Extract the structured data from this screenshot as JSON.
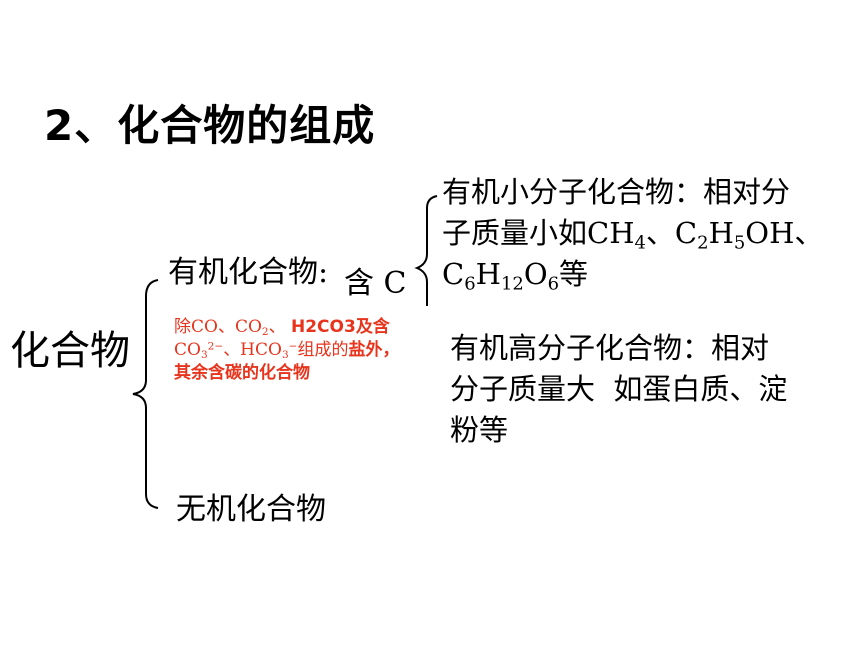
{
  "title": "2、化合物的组成",
  "root": "化合物",
  "organic": {
    "label": "有机化合物",
    "sep": ":",
    "contains": "含 C",
    "note": {
      "p1": "除CO、CO",
      "p1_sub": "2",
      "p2": "、 ",
      "p3": "H2CO3",
      "p4": "及含",
      "p5": "CO",
      "p5_sub": "3",
      "p5_sup": "2−",
      "p6": "、HCO",
      "p6_sub": "3",
      "p6_sup": "−",
      "p7": "组成的",
      "p8": "盐外，",
      "p9": "其余含碳的化合物"
    }
  },
  "inorganic": {
    "label": "无机化合物"
  },
  "small": {
    "l1": "有机小分子化合物：相对分",
    "l2": "子质量小如CH",
    "l2_sub": "4",
    "l2b": "、C",
    "l2b_sub": "2",
    "l2c": "H",
    "l2c_sub": "5",
    "l2d": "OH、",
    "l3": "C",
    "l3_sub": "6",
    "l3b": "H",
    "l3b_sub": "12",
    "l3c": "O",
    "l3c_sub": "6",
    "l3d": "等"
  },
  "large": {
    "l1": "有机高分子化合物：相对",
    "l2": "分子质量大  如蛋白质、淀",
    "l3": "粉等"
  }
}
